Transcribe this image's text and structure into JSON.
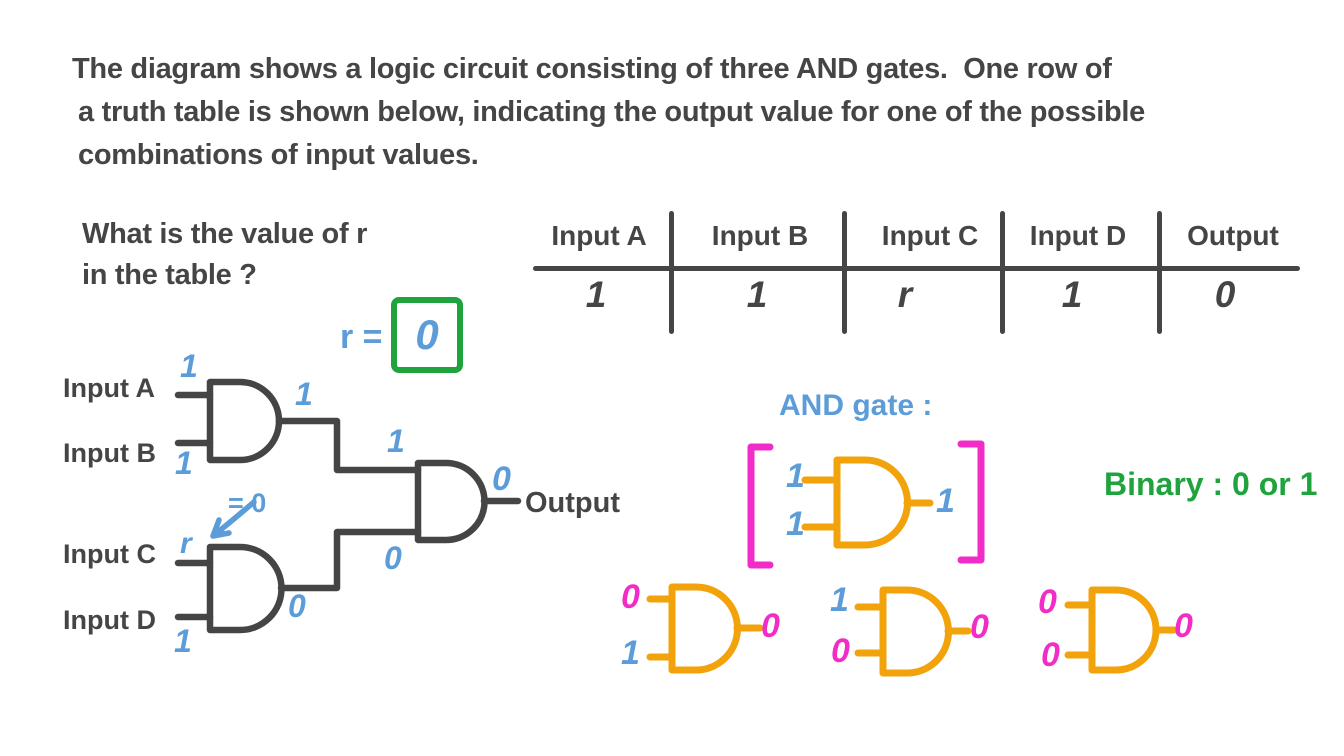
{
  "colors": {
    "ink": "#454545",
    "blue": "#5b9cd9",
    "green": "#1fa33c",
    "orange": "#f2a30b",
    "magenta": "#f22cc6"
  },
  "intro": {
    "lines": [
      "The diagram shows a logic circuit consisting of three AND gates.  One row of",
      "a truth table is shown below, indicating the output value for one of the possible",
      "combinations of input values."
    ]
  },
  "question": {
    "lines": [
      "What is the value of r",
      "in the table ?"
    ]
  },
  "truth_table": {
    "headers": [
      "Input A",
      "Input B",
      "Input C",
      "Input D",
      "Output"
    ],
    "row": [
      "1",
      "1",
      "r",
      "1",
      "0"
    ]
  },
  "answer": {
    "label": "r =",
    "value": "0"
  },
  "circuit": {
    "input_a": {
      "label": "Input A",
      "value": "1"
    },
    "input_b": {
      "label": "Input B",
      "value": "1"
    },
    "input_c": {
      "label": "Input C",
      "value": "r"
    },
    "input_d": {
      "label": "Input D",
      "value": "1"
    },
    "annotation": "= 0",
    "gate1_output": "1",
    "gate2_output": "0",
    "wire_top": "1",
    "wire_bottom": "0",
    "final_value": "0",
    "output_label": "Output"
  },
  "legend": {
    "title": "AND gate :",
    "example": {
      "in1": "1",
      "in2": "1",
      "out": "1"
    },
    "binary_note": "Binary : 0 or 1",
    "cases": [
      {
        "in1": "0",
        "in2": "1",
        "out": "0"
      },
      {
        "in1": "1",
        "in2": "0",
        "out": "0"
      },
      {
        "in1": "0",
        "in2": "0",
        "out": "0"
      }
    ]
  }
}
